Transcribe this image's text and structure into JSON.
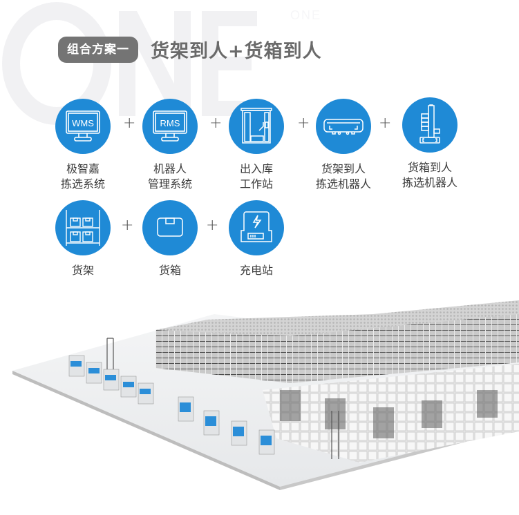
{
  "watermark": "ONE",
  "header": {
    "badge": "组合方案一",
    "title": "货架到人+货箱到人"
  },
  "row1": [
    {
      "icon": "wms-monitor-icon",
      "icon_text": "WMS",
      "label_l1": "极智嘉",
      "label_l2": "拣选系统"
    },
    {
      "icon": "rms-monitor-icon",
      "icon_text": "RMS",
      "label_l1": "机器人",
      "label_l2": "管理系统"
    },
    {
      "icon": "workstation-icon",
      "label_l1": "出入库",
      "label_l2": "工作站"
    },
    {
      "icon": "shelf-robot-icon",
      "label_l1": "货架到人",
      "label_l2": "拣选机器人"
    },
    {
      "icon": "tote-robot-icon",
      "label_l1": "货箱到人",
      "label_l2": "拣选机器人"
    }
  ],
  "row2": [
    {
      "icon": "shelf-icon",
      "label_l1": "货架"
    },
    {
      "icon": "tote-box-icon",
      "label_l1": "货箱"
    },
    {
      "icon": "charging-station-icon",
      "label_l1": "充电站"
    }
  ],
  "plus": "+",
  "colors": {
    "accent": "#1f8ad6",
    "badge": "#747474",
    "title": "#6a6a6a"
  }
}
